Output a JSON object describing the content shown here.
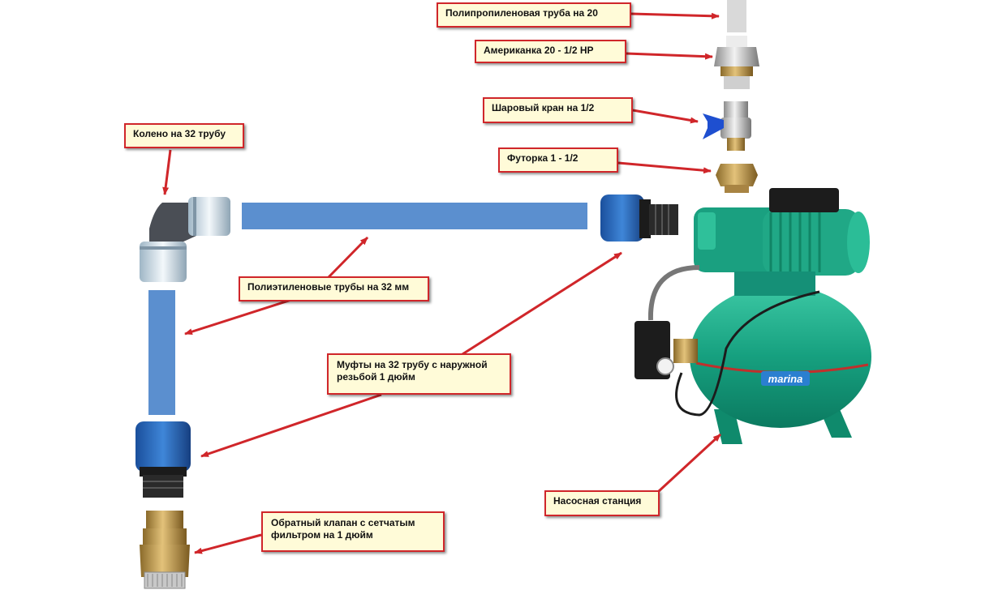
{
  "colors": {
    "arrow": "#d0262a",
    "label_border": "#d0262a",
    "label_fill": "#fffbd8",
    "pipe": "#5b8fcf",
    "pump": "#1aa080"
  },
  "labels": {
    "pp_pipe": "Полипропиленовая труба на 20",
    "union": "Американка 20 - 1/2 НР",
    "ball_valve": "Шаровый кран на 1/2",
    "bushing": "Футорка 1 - 1/2",
    "elbow": "Колено на 32 трубу",
    "pe_pipes": "Полиэтиленовые трубы на 32 мм",
    "couplings": "Муфты на 32 трубу с наружной резьбой 1 дюйм",
    "check_valve": "Обратный клапан с сетчатым фильтром на 1 дюйм",
    "pump_station": "Насосная станция"
  },
  "pump_brand": "marina",
  "icons": [
    "elbow-fitting-icon",
    "coupling-icon",
    "check-valve-icon",
    "union-fitting-icon",
    "ball-valve-icon",
    "bushing-icon",
    "pump-station-icon"
  ]
}
